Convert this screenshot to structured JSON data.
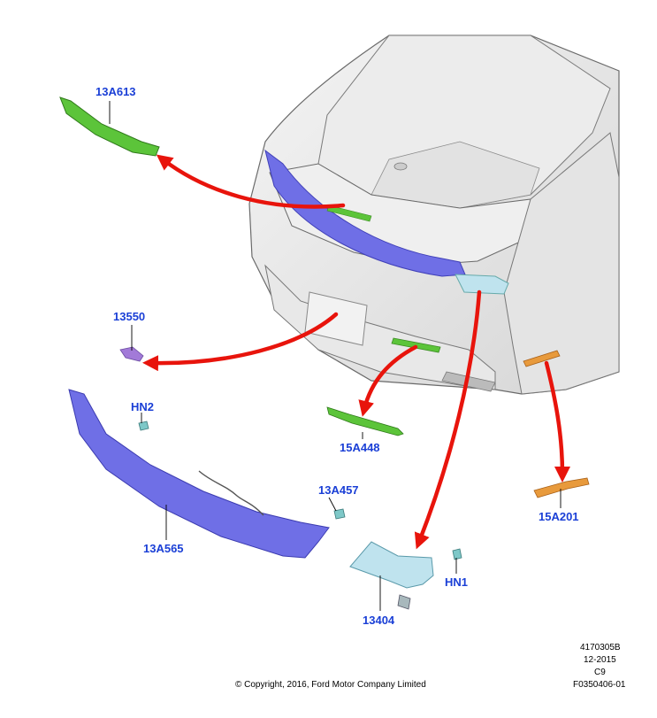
{
  "parts": {
    "p13A613": "13A613",
    "p13550": "13550",
    "hn2": "HN2",
    "p15A448": "15A448",
    "p13A457": "13A457",
    "p13A565": "13A565",
    "p15A201": "15A201",
    "hn1": "HN1",
    "p13404": "13404"
  },
  "footer": {
    "copyright": "© Copyright, 2016, Ford Motor Company Limited",
    "ref_number": "4170305B",
    "date": "12-2015",
    "code": "C9",
    "figure_id": "F0350406-01"
  },
  "colors": {
    "label": "#1a3fd6",
    "arrow": "#e8140c",
    "green_part": "#5cc43a",
    "blue_part": "#6f6fe6",
    "purple_part": "#a27ad8",
    "orange_part": "#e89a3c",
    "lamp_part": "#bfe3ee"
  }
}
